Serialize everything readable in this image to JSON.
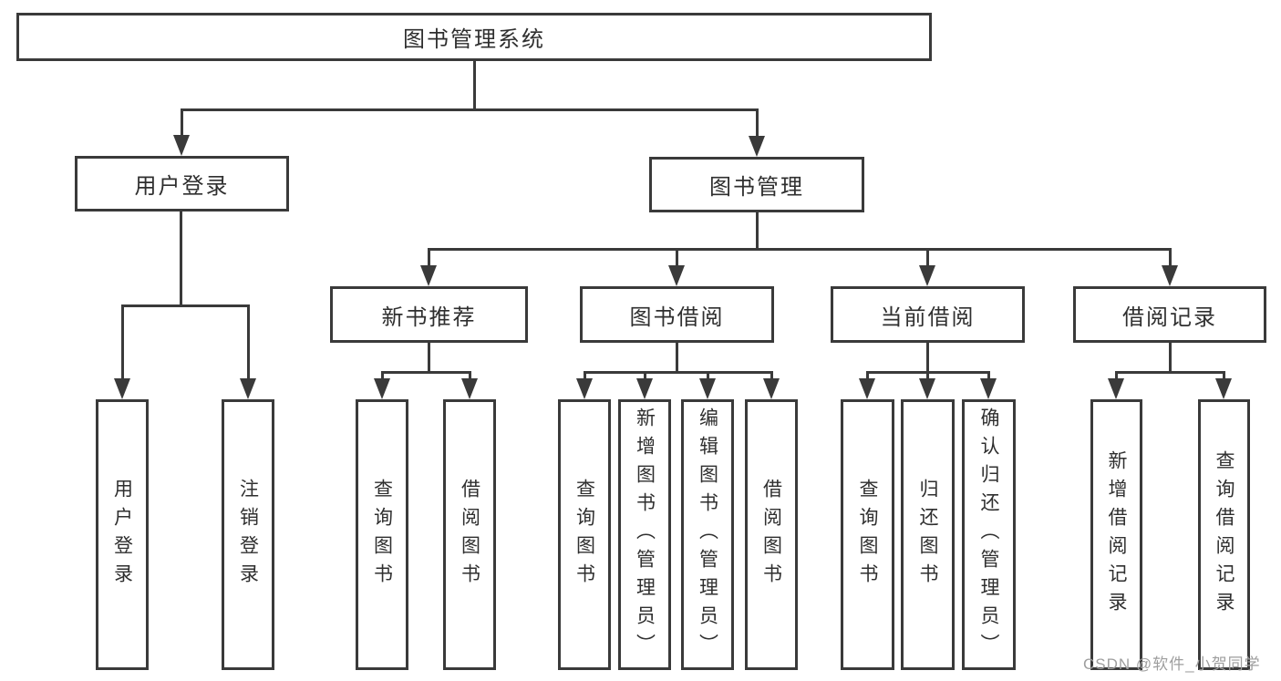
{
  "diagram": {
    "root": {
      "label": "图书管理系统"
    },
    "user_login": {
      "label": "用户登录",
      "children": [
        {
          "label": "用户登录"
        },
        {
          "label": "注销登录"
        }
      ]
    },
    "book_mgmt": {
      "label": "图书管理",
      "sections": {
        "new_book_rec": {
          "label": "新书推荐",
          "children": [
            {
              "label": "查询图书"
            },
            {
              "label": "借阅图书"
            }
          ]
        },
        "book_borrow": {
          "label": "图书借阅",
          "children": [
            {
              "label": "查询图书"
            },
            {
              "label": "新增图书（管理员）"
            },
            {
              "label": "编辑图书（管理员）"
            },
            {
              "label": "借阅图书"
            }
          ]
        },
        "current_borrow": {
          "label": "当前借阅",
          "children": [
            {
              "label": "查询图书"
            },
            {
              "label": "归还图书"
            },
            {
              "label": "确认归还（管理员）"
            }
          ]
        },
        "borrow_records": {
          "label": "借阅记录",
          "children": [
            {
              "label": "新增借阅记录"
            },
            {
              "label": "查询借阅记录"
            }
          ]
        }
      }
    }
  },
  "watermark": "CSDN @软件_小贺同学",
  "colors": {
    "line": "#3a3a3a",
    "text": "#2f2f2f",
    "watermark": "#9e9e9e",
    "background": "#ffffff"
  }
}
